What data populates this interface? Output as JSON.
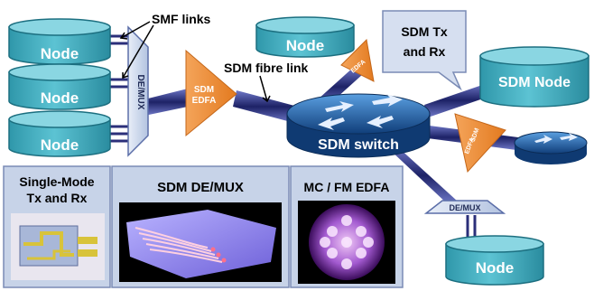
{
  "labels": {
    "smf_links": "SMF links",
    "sdm_fibre_link": "SDM fibre link",
    "sdm_tx_rx_line1": "SDM Tx",
    "sdm_tx_rx_line2": "and Rx",
    "sdm_switch": "SDM switch",
    "demux_vertical": "DE/MUX",
    "demux_lower": "DE/MUX",
    "sdm_edfa_line1": "SDM",
    "sdm_edfa_line2": "EDFA",
    "edfa_top": "EDFA",
    "sdm_edfa_right_line1": "SDM",
    "sdm_edfa_right_line2": "EDFA"
  },
  "nodes": {
    "left_1": "Node",
    "left_2": "Node",
    "left_3": "Node",
    "top_center": "Node",
    "sdm_node": "SDM Node",
    "bottom_right": "Node"
  },
  "panels": {
    "single_mode_line1": "Single-Mode",
    "single_mode_line2": "Tx and Rx",
    "sdm_demux": "SDM DE/MUX",
    "mc_fm_edfa": "MC / FM EDFA"
  },
  "colors": {
    "node_fill": "#3fb0c3",
    "node_top": "#84d3df",
    "fibre": "#2b2f7a",
    "edfa": "#f1903a",
    "panel_bg": "#c7d3e8",
    "callout_bg": "#d6dff0",
    "switch": "#1f6fb8"
  }
}
